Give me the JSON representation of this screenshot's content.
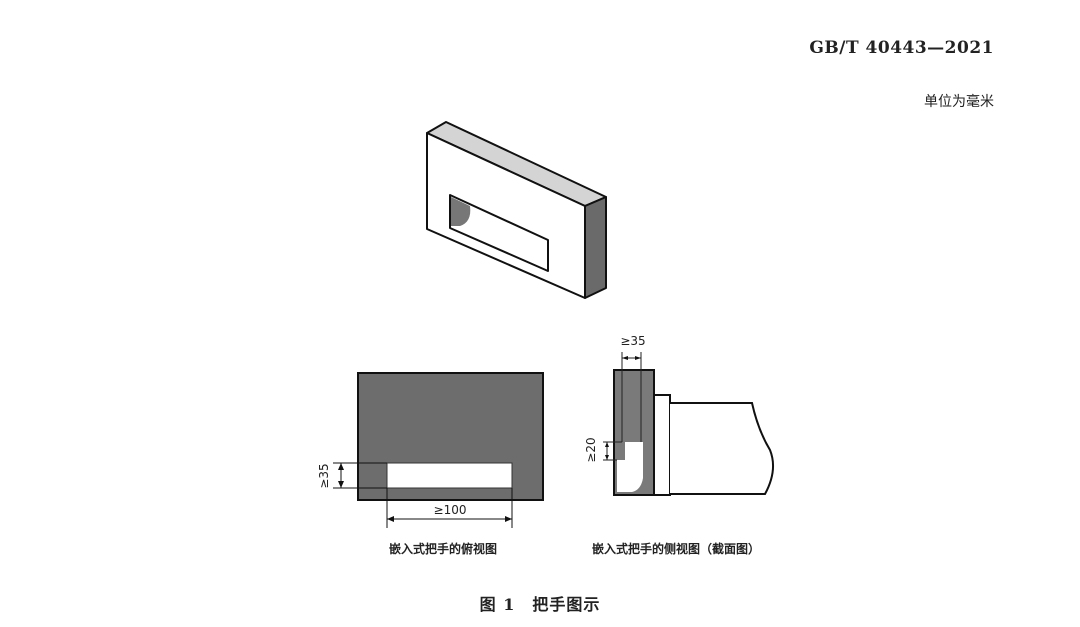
{
  "header": {
    "standard_number": "GB/T 40443—2021",
    "unit_note": "单位为毫米"
  },
  "figure": {
    "top_view": {
      "caption": "嵌入式把手的俯视图",
      "dim_height": "≥35",
      "dim_width": "≥100"
    },
    "side_view": {
      "caption": "嵌入式把手的侧视图（截面图）",
      "dim_width": "≥35",
      "dim_depth": "≥20"
    },
    "caption": "图 1　把手图示"
  }
}
